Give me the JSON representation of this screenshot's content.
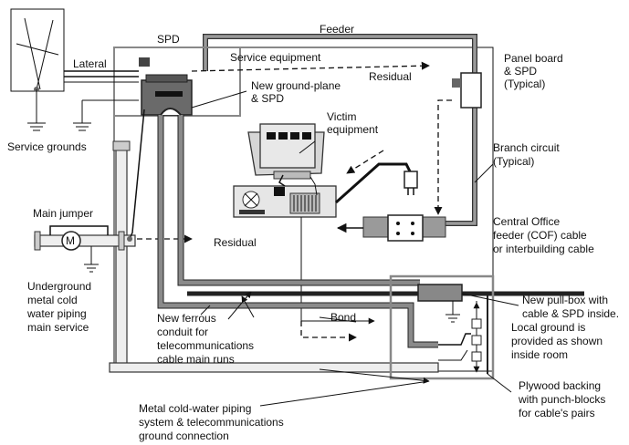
{
  "labels": {
    "spd": "SPD",
    "feeder": "Feeder",
    "lateral": "Lateral",
    "service_equipment": "Service equipment",
    "residual_top": "Residual",
    "panel_board_1": "Panel board",
    "panel_board_2": "& SPD",
    "panel_board_3": "(Typical)",
    "new_ground_plane_1": "New ground-plane",
    "new_ground_plane_2": "& SPD",
    "victim_1": "Victim",
    "victim_2": "equipment",
    "service_grounds": "Service grounds",
    "branch_circuit_1": "Branch circuit",
    "branch_circuit_2": "(Typical)",
    "main_jumper": "Main jumper",
    "meter_symbol": "M",
    "residual_mid": "Residual",
    "cof_1": "Central Office",
    "cof_2": "feeder (COF) cable",
    "cof_3": "or interbuilding cable",
    "underground_1": "Underground",
    "underground_2": "metal cold",
    "underground_3": "water piping",
    "underground_4": "main service",
    "pullbox_1": "New pull-box with",
    "pullbox_2": "cable & SPD inside.",
    "pullbox_3": "Local ground is",
    "pullbox_4": "provided as shown",
    "pullbox_5": "inside room",
    "ferrous_1": "New ferrous",
    "ferrous_2": "conduit for",
    "ferrous_3": "telecommunications",
    "ferrous_4": "cable main runs",
    "bond": "Bond",
    "plywood_1": "Plywood backing",
    "plywood_2": "with punch-blocks",
    "plywood_3": "for cable's pairs",
    "metal_pipe_1": "Metal cold-water piping",
    "metal_pipe_2": "system & telecommunications",
    "metal_pipe_3": "ground connection"
  }
}
